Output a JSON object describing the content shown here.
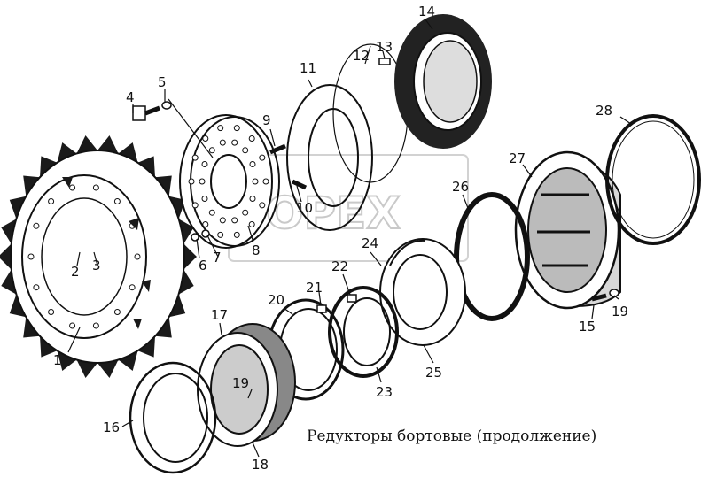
{
  "caption": "Редукторы бортовые (продолжение)",
  "watermark": "OPEX",
  "callouts": [
    "1",
    "2",
    "3",
    "4",
    "5",
    "6",
    "7",
    "8",
    "9",
    "10",
    "11",
    "12",
    "13",
    "14",
    "15",
    "16",
    "17",
    "18",
    "19",
    "19",
    "19",
    "20",
    "21",
    "22",
    "23",
    "24",
    "25",
    "26",
    "27",
    "28"
  ]
}
